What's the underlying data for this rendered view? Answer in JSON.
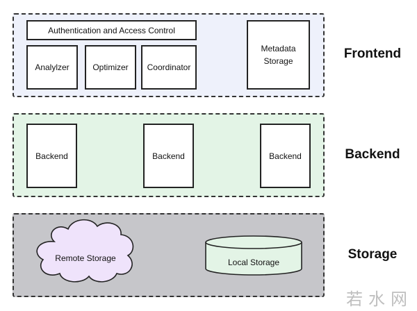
{
  "layers": {
    "frontend": {
      "label": "Frontend",
      "components": {
        "auth": "Authentication and Access Control",
        "analyzer": "Analylzer",
        "optimizer": "Optimizer",
        "coordinator": "Coordinator",
        "metadata": "Metadata\nStorage"
      }
    },
    "backend": {
      "label": "Backend",
      "nodes": [
        "Backend",
        "Backend",
        "Backend"
      ]
    },
    "storage": {
      "label": "Storage",
      "remote": "Remote Storage",
      "local": "Local Storage"
    }
  },
  "colors": {
    "frontend_bg": "#eef1fb",
    "backend_bg": "#e3f4e6",
    "storage_bg": "#c6c6ca",
    "cloud_fill": "#efe3fb",
    "cylinder_fill": "#e3f4e6"
  },
  "watermark": "若水网"
}
